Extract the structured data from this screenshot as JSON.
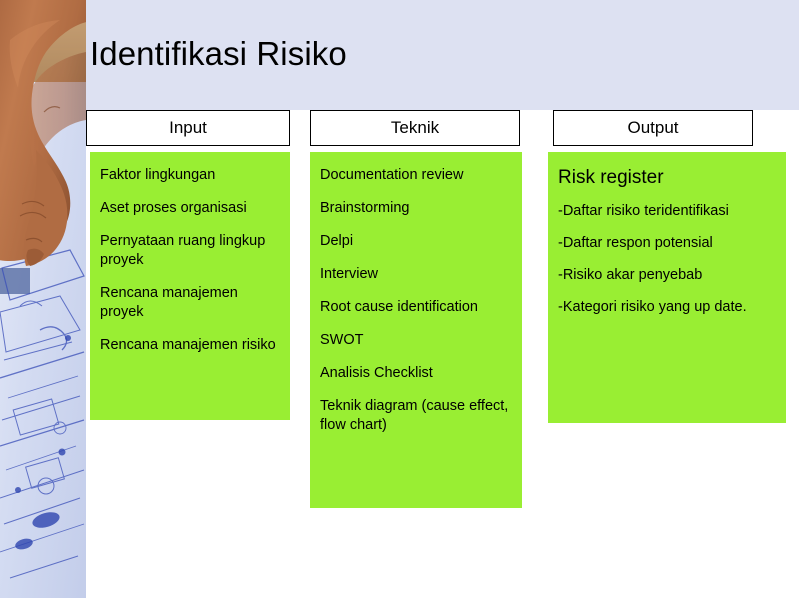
{
  "slide": {
    "title": "Identifikasi Risiko",
    "header_band_color": "#dde1f2",
    "accent_color": "#99ee33",
    "background_color": "#ffffff"
  },
  "photo": {
    "alt": "hand-pointing-at-blueprint-photo",
    "description": "Photograph of a hand pointing at blue technical engineering drawings"
  },
  "table": {
    "columns": [
      {
        "header": "Input",
        "items": [
          "Faktor lingkungan",
          "Aset proses organisasi",
          "Pernyataan ruang lingkup proyek",
          "Rencana manajemen proyek",
          "Rencana manajemen risiko"
        ]
      },
      {
        "header": "Teknik",
        "items": [
          "Documentation review",
          "Brainstorming",
          "Delpi",
          "Interview",
          "Root cause identification",
          "SWOT",
          "Analisis Checklist",
          "Teknik diagram (cause effect, flow chart)"
        ]
      },
      {
        "header": "Output",
        "lead": "Risk register",
        "items": [
          "-Daftar risiko teridentifikasi",
          "-Daftar respon potensial",
          "-Risiko akar penyebab",
          "-Kategori risiko yang up date."
        ]
      }
    ]
  }
}
